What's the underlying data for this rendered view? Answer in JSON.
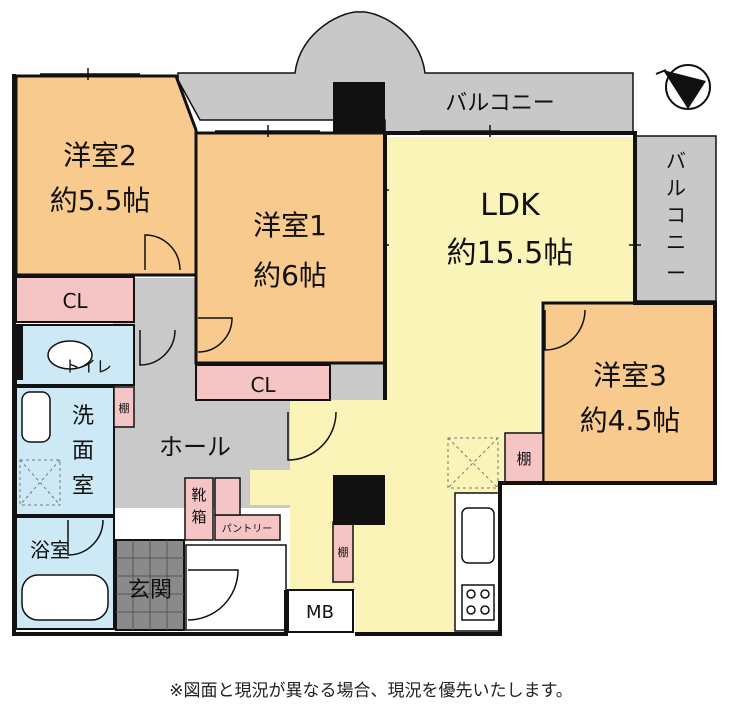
{
  "floorplan": {
    "colors": {
      "wall": "#111111",
      "balcony": "#c8c8c8",
      "bedroom": "#f8ca8e",
      "ldk": "#fbf4b8",
      "closet": "#f5c5c5",
      "hall": "#c9c9c9",
      "wet": "#cde9f5",
      "entrance": "#8a8a8a"
    },
    "rooms": {
      "western2": {
        "name": "洋室2",
        "size": "約5.5帖"
      },
      "western1": {
        "name": "洋室1",
        "size": "約6帖"
      },
      "western3": {
        "name": "洋室3",
        "size": "約4.5帖"
      },
      "ldk": {
        "name": "LDK",
        "size": "約15.5帖"
      }
    },
    "labels": {
      "balcony_top": "バルコニー",
      "balcony_side": [
        "バ",
        "ル",
        "コ",
        "ニ",
        "ー"
      ],
      "closet": "CL",
      "toilet": "トイレ",
      "shelf": "棚",
      "washroom": [
        "洗",
        "面",
        "室"
      ],
      "hall": "ホール",
      "shoe_box": [
        "靴",
        "箱"
      ],
      "pantry": "パントリー",
      "bathroom": "浴室",
      "entrance": "玄関",
      "mb": "MB"
    },
    "north_icon": "compass-north-icon"
  },
  "disclaimer": "※図面と現況が異なる場合、現況を優先いたします。"
}
